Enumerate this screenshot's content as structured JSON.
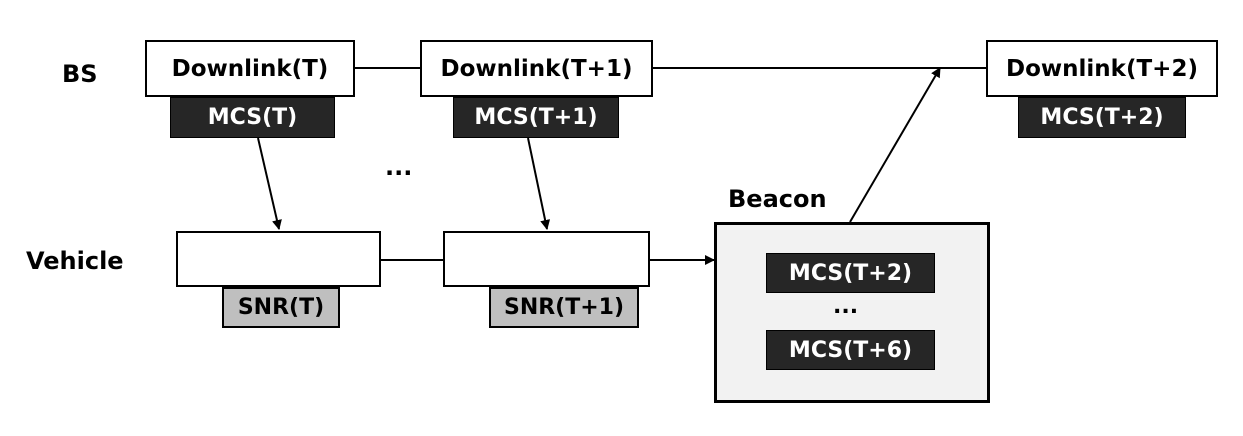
{
  "rows": {
    "bs_label": "BS",
    "vehicle_label": "Vehicle"
  },
  "bs": {
    "downlink_t": "Downlink(T)",
    "downlink_t1": "Downlink(T+1)",
    "downlink_t2": "Downlink(T+2)",
    "mcs_t": "MCS(T)",
    "mcs_t1": "MCS(T+1)",
    "mcs_t2": "MCS(T+2)"
  },
  "vehicle": {
    "snr_t": "SNR(T)",
    "snr_t1": "SNR(T+1)"
  },
  "beacon": {
    "title": "Beacon",
    "mcs_first": "MCS(T+2)",
    "ellipsis": "...",
    "mcs_last": "MCS(T+6)"
  },
  "ellipsis_between": "...",
  "colors": {
    "mcs_fill": "#262626",
    "snr_fill": "#bfbfbf",
    "beacon_fill": "#f2f2f2"
  }
}
